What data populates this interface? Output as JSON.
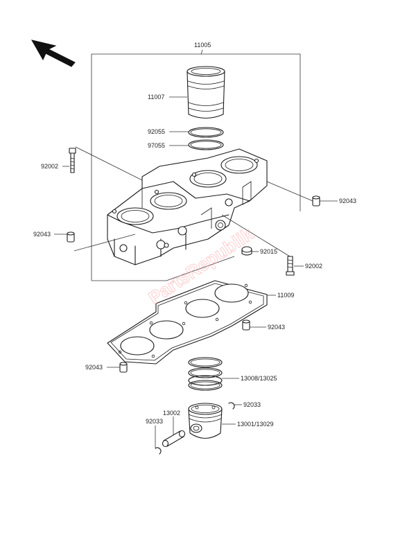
{
  "parts": {
    "p11005": "11005",
    "p11007": "11007",
    "p92055": "92055",
    "p97055": "97055",
    "p92002_left": "92002",
    "p92043_right": "92043",
    "p92043_left": "92043",
    "p92015": "92015",
    "p92002_right": "92002",
    "p11009": "11009",
    "p92043_gasket_right": "92043",
    "p92043_gasket_left": "92043",
    "p13008": "13008/13025",
    "p92033_right": "92033",
    "p13002": "13002",
    "p92033_left": "92033",
    "p13001": "13001/13029"
  },
  "watermark": "PartsRepublik",
  "icons": {
    "direction": "front-arrow-icon"
  }
}
